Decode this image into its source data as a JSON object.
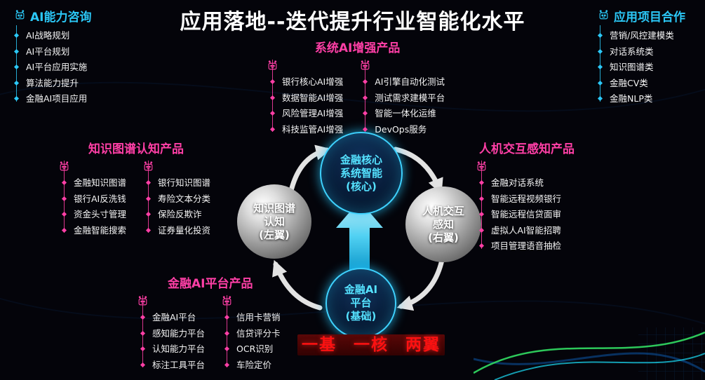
{
  "title": "应用落地--迭代提升行业智能化水平",
  "sections": {
    "ai_consulting": {
      "title": "AI能力咨询",
      "items": [
        "AI战略规划",
        "AI平台规划",
        "AI平台应用实施",
        "算法能力提升",
        "金融AI项目应用"
      ]
    },
    "project_cooperation": {
      "title": "应用项目合作",
      "items": [
        "营销/风控建模类",
        "对话系统类",
        "知识图谱类",
        "金融CV类",
        "金融NLP类"
      ]
    },
    "system_ai": {
      "title": "系统AI增强产品",
      "col1": [
        "银行核心AI增强",
        "数据智能AI增强",
        "风险管理AI增强",
        "科技监管AI增强"
      ],
      "col2": [
        "AI引擎自动化测试",
        "测试需求建模平台",
        "智能一体化运维",
        "DevOps服务"
      ]
    },
    "knowledge_graph": {
      "title": "知识图谱认知产品",
      "col1": [
        "金融知识图谱",
        "银行AI反洗钱",
        "资金头寸管理",
        "金融智能搜索"
      ],
      "col2": [
        "银行知识图谱",
        "寿险文本分类",
        "保险反欺诈",
        "证券量化投资"
      ]
    },
    "hci": {
      "title": "人机交互感知产品",
      "items": [
        "金融对话系统",
        "智能远程视频银行",
        "智能远程信贷面审",
        "虚拟人AI智能招聘",
        "项目管理语音抽检"
      ]
    },
    "platform": {
      "title": "金融AI平台产品",
      "col1": [
        "金融AI平台",
        "感知能力平台",
        "认知能力平台",
        "标注工具平台"
      ],
      "col2": [
        "信用卡营销",
        "信贷评分卡",
        "OCR识别",
        "车险定价"
      ]
    }
  },
  "diagram": {
    "core": [
      "金融核心",
      "系统智能",
      "(核心)"
    ],
    "left_wing": [
      "知识图谱",
      "认知",
      "(左翼)"
    ],
    "right_wing": [
      "人机交互",
      "感知",
      "(右翼)"
    ],
    "base": [
      "金融AI",
      "平台",
      "(基础)"
    ],
    "slogan": [
      "一基",
      "一核",
      "两翼"
    ]
  },
  "colors": {
    "cyan_accent": "#2bc8f7",
    "magenta_accent": "#ff3fa6",
    "slogan_red": "#fb1111",
    "core_glow": "#3ed2ff"
  }
}
